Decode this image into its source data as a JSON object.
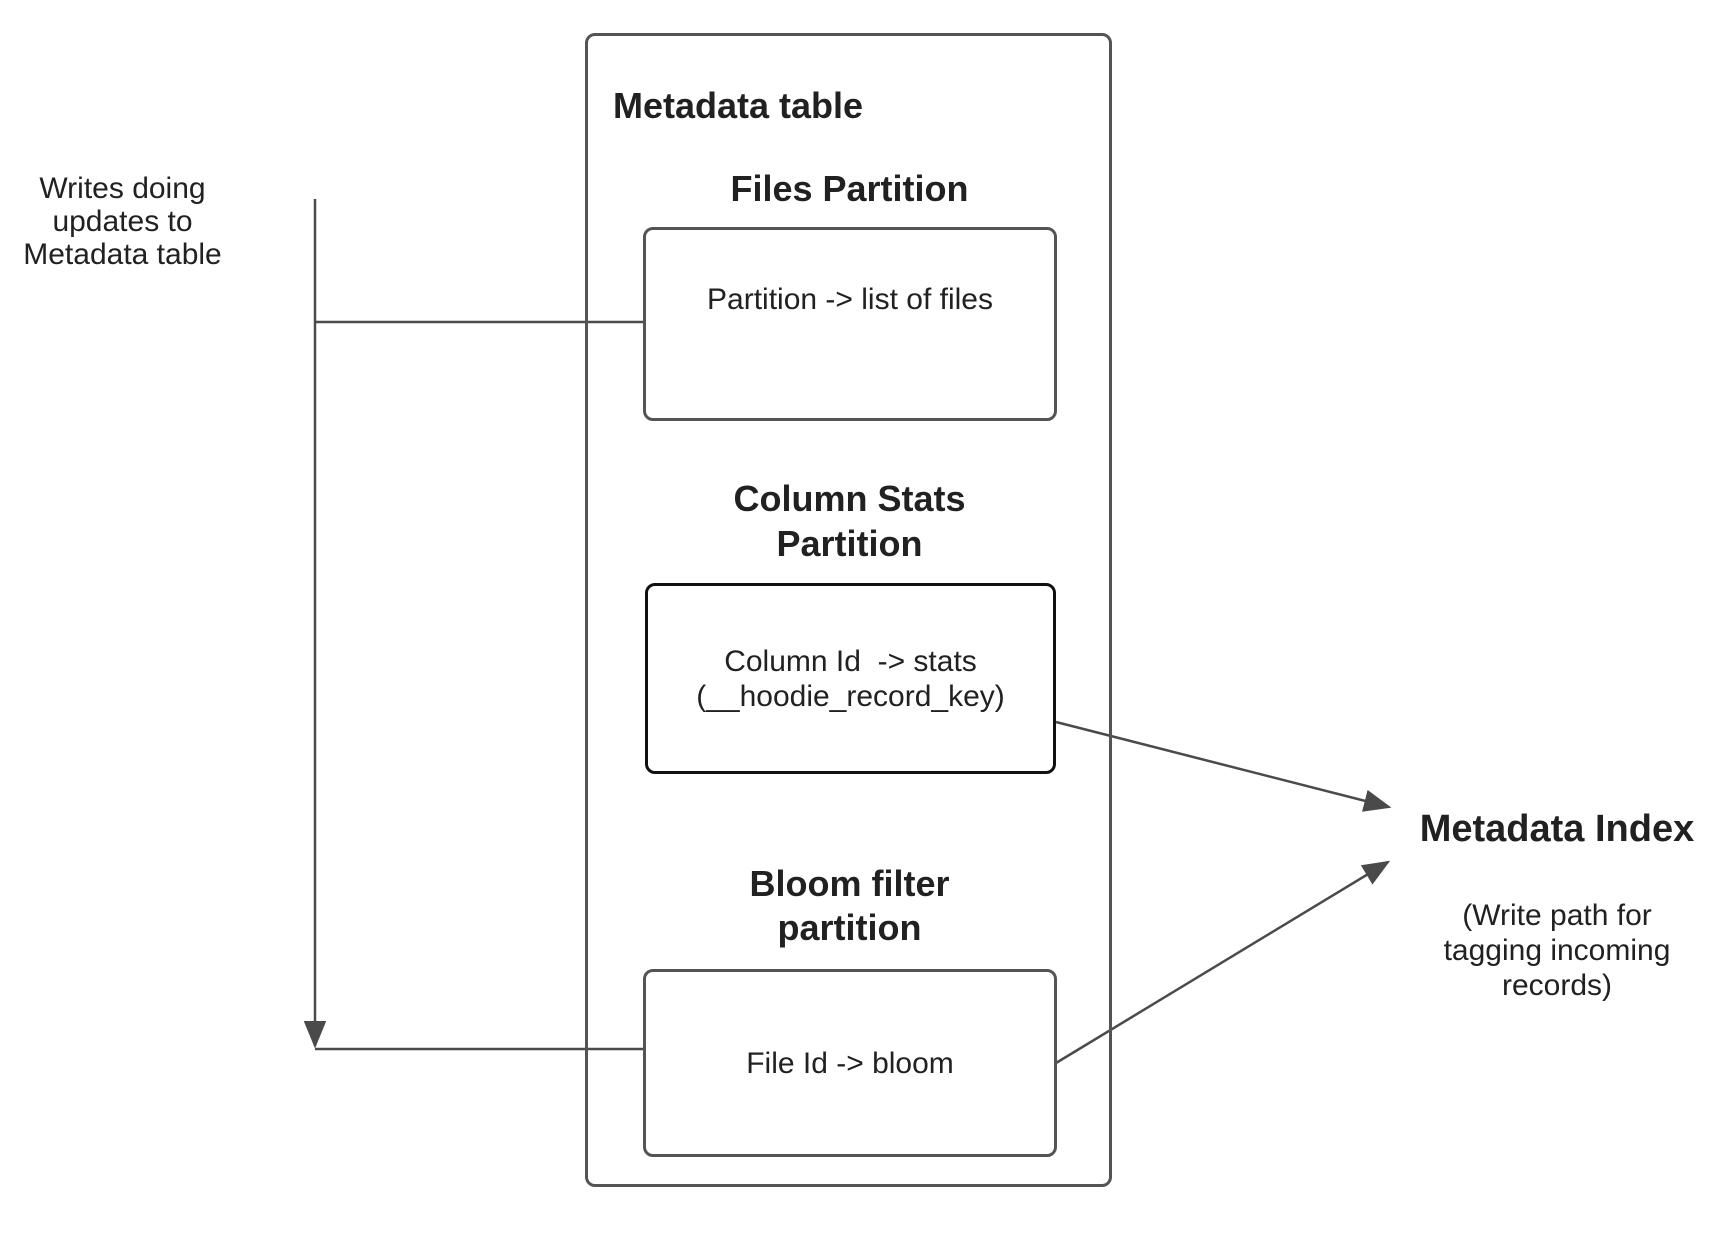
{
  "notes": {
    "writes_note": "Writes doing\nupdates to\nMetadata table"
  },
  "metadata_table": {
    "title": "Metadata table",
    "sections": [
      {
        "heading": "Files Partition",
        "mapping": "Partition -> list of files"
      },
      {
        "heading": "Column Stats\nPartition",
        "mapping": "Column Id  -> stats\n(__hoodie_record_key)"
      },
      {
        "heading": "Bloom filter\npartition",
        "mapping": "File Id -> bloom"
      }
    ]
  },
  "metadata_index": {
    "title": "Metadata Index",
    "subtitle": "(Write path for\ntagging incoming\nrecords)"
  },
  "colors": {
    "line": "#4a4a4a",
    "box_border": "#545454",
    "emphasis_border": "#111111",
    "text": "#212121",
    "background": "#ffffff"
  }
}
